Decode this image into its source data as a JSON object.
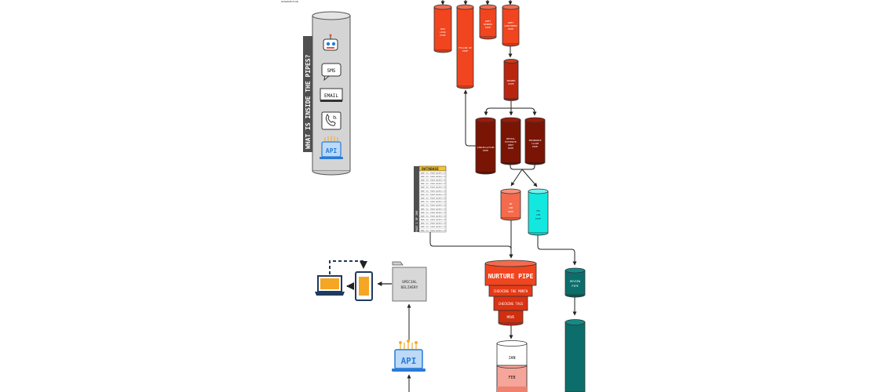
{
  "header": {
    "note": "DIAGRAM/FLOW"
  },
  "legend": {
    "title": "WHAT IS INSIDE THE PIPES?",
    "items": [
      {
        "icon": "robot-icon",
        "label": ""
      },
      {
        "icon": "sms-bubble-icon",
        "label": "SMS"
      },
      {
        "icon": "email-card-icon",
        "label": "EMAIL"
      },
      {
        "icon": "phone-icon",
        "label": ""
      },
      {
        "icon": "api-laptop-icon",
        "label": "API"
      }
    ]
  },
  "pipes": {
    "new_lead": [
      "NEW",
      "LEAD",
      "PIPE"
    ],
    "follow_up": [
      "FOLLOW UP",
      "PIPE"
    ],
    "appt_booked": [
      "APPT",
      "BOOKED",
      "PIPE"
    ],
    "appt_confirmed": [
      "APPT",
      "CONFIRMED",
      "PIPE"
    ],
    "showed": [
      "SHOWED",
      "PIPE"
    ],
    "cancellation": [
      "CANCELLATION",
      "PIPE"
    ],
    "retail": [
      "RETAIL",
      "ESTIMATE",
      "SENT",
      "PIPE"
    ],
    "insurance": [
      "INSURANCE",
      "CLAIM",
      "PIPE"
    ],
    "no_job": [
      "NO",
      "JOB",
      "PIPE"
    ],
    "yes_job": [
      "YES",
      "JOB",
      "PIPE"
    ],
    "review": [
      "REVIEW",
      "PIPE"
    ]
  },
  "database": {
    "title": "DATABASE",
    "side_label": "PAGE 1 OF 200",
    "row_text": "NAME  CELL  PHONE  ADDRESS ETC",
    "row_count": 17
  },
  "nurture": {
    "title": "NURTURE PIPE",
    "tiers": [
      "CHECKING THE MONTH",
      "CHECKING TAGS",
      "MOVE"
    ]
  },
  "months": [
    "JAN",
    "FEB"
  ],
  "special_delivery": [
    "SPECIAL",
    "DELIVERY"
  ],
  "api_label": "API",
  "colors": {
    "red": "#f0451f",
    "dark_red": "#9b1b0c",
    "darker_red": "#7a1505",
    "salmon": "#f36b4c",
    "cyan": "#13e8e0",
    "teal": "#0b6e6b",
    "gray_pipe": "#d3d3d3",
    "legend_bar": "#4f4f4f",
    "db_header": "#f4c430",
    "month_pink": "#f6a59a"
  }
}
